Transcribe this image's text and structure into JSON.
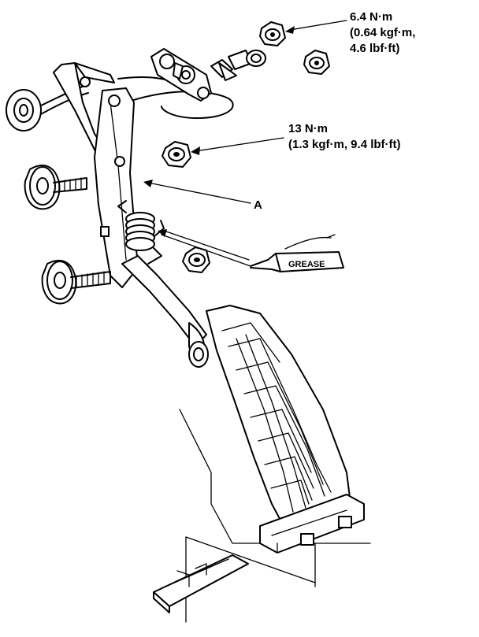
{
  "labels": {
    "torque_top_line1": "6.4 N·m",
    "torque_top_line2": "(0.64 kgf·m,",
    "torque_top_line3": "4.6 lbf·ft)",
    "torque_mid_line1": "13 N·m",
    "torque_mid_line2": "(1.3 kgf·m, 9.4 lbf·ft)",
    "callout_a": "A",
    "grease": "GREASE"
  }
}
